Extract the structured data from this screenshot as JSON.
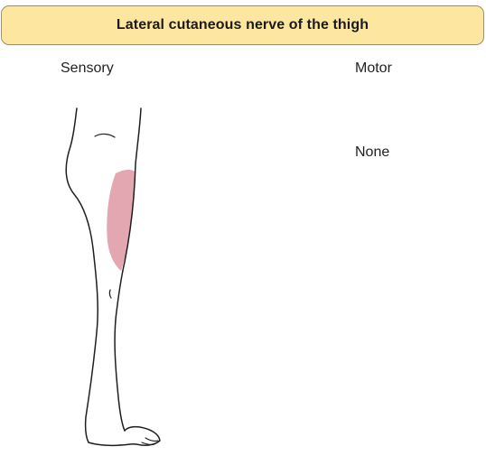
{
  "title": "Lateral cutaneous nerve of the thigh",
  "sensory": {
    "heading": "Sensory"
  },
  "motor": {
    "heading": "Motor",
    "value": "None"
  },
  "colors": {
    "banner_fill": "#fde7a0",
    "banner_border": "#9c8f70",
    "sensory_area": "#e3a7b1",
    "outline": "#1f1f1f"
  },
  "icons": {
    "figure": "leg-lateral-view-icon"
  }
}
